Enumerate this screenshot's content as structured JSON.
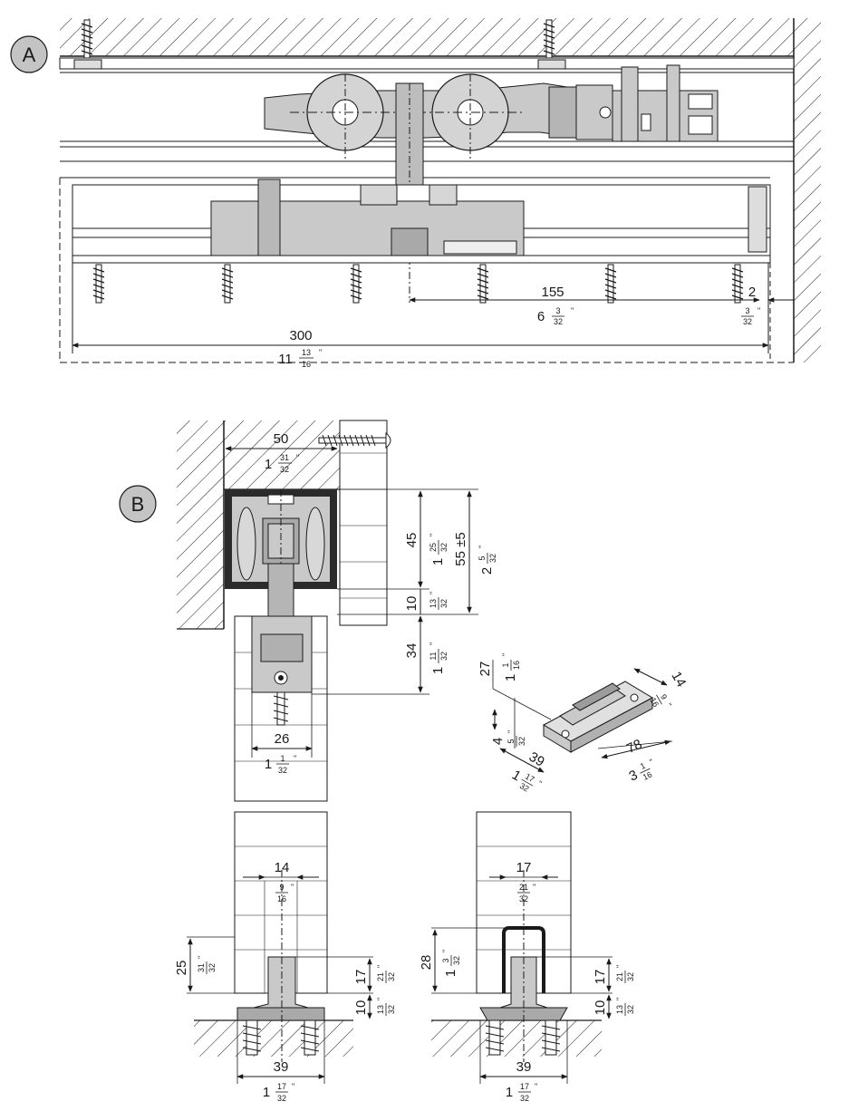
{
  "labels": {
    "a": "A",
    "b": "B"
  },
  "view_a": {
    "dim_155": "155",
    "dim_155_in_whole": "6",
    "dim_155_in_num": "3",
    "dim_155_in_den": "32",
    "dim_2": "2",
    "dim_2_in_num": "3",
    "dim_2_in_den": "32",
    "dim_300": "300",
    "dim_300_in_whole": "11",
    "dim_300_in_num": "13",
    "dim_300_in_den": "16"
  },
  "view_b": {
    "dim_50": "50",
    "dim_50_in_whole": "1",
    "dim_50_in_num": "31",
    "dim_50_in_den": "32",
    "dim_45": "45",
    "dim_45_in_whole": "1",
    "dim_45_in_num": "25",
    "dim_45_in_den": "32",
    "dim_55": "55 ±5",
    "dim_55_in_whole": "2",
    "dim_55_in_num": "5",
    "dim_55_in_den": "32",
    "dim_10": "10",
    "dim_10_in_num": "13",
    "dim_10_in_den": "32",
    "dim_34": "34",
    "dim_34_in_whole": "1",
    "dim_34_in_num": "11",
    "dim_34_in_den": "32",
    "dim_26": "26",
    "dim_26_in_whole": "1",
    "dim_26_in_num": "1",
    "dim_26_in_den": "32"
  },
  "iso": {
    "dim_27": "27",
    "dim_27_in_whole": "1",
    "dim_27_in_num": "1",
    "dim_27_in_den": "16",
    "dim_14": "14",
    "dim_14_in_num": "9",
    "dim_14_in_den": "16",
    "dim_4": "4",
    "dim_4_in_num": "5",
    "dim_4_in_den": "32",
    "dim_78": "78",
    "dim_78_in_whole": "3",
    "dim_78_in_num": "1",
    "dim_78_in_den": "16",
    "dim_39": "39",
    "dim_39_in_whole": "1",
    "dim_39_in_num": "17",
    "dim_39_in_den": "32"
  },
  "guide_left": {
    "dim_14": "14",
    "dim_14_in_num": "9",
    "dim_14_in_den": "16",
    "dim_25": "25",
    "dim_25_in_num": "31",
    "dim_25_in_den": "32",
    "dim_17": "17",
    "dim_17_in_num": "21",
    "dim_17_in_den": "32",
    "dim_10": "10",
    "dim_10_in_num": "13",
    "dim_10_in_den": "32",
    "dim_39": "39",
    "dim_39_in_whole": "1",
    "dim_39_in_num": "17",
    "dim_39_in_den": "32"
  },
  "guide_right": {
    "dim_17_top": "17",
    "dim_17_top_in_num": "21",
    "dim_17_top_in_den": "32",
    "dim_28": "28",
    "dim_28_in_whole": "1",
    "dim_28_in_num": "3",
    "dim_28_in_den": "32",
    "dim_17": "17",
    "dim_17_in_num": "21",
    "dim_17_in_den": "32",
    "dim_10": "10",
    "dim_10_in_num": "13",
    "dim_10_in_den": "32",
    "dim_39": "39",
    "dim_39_in_whole": "1",
    "dim_39_in_num": "17",
    "dim_39_in_den": "32"
  },
  "colors": {
    "line": "#1a1a1a",
    "part": "#c9c9c9",
    "part_dark": "#8a8a8a",
    "dark": "#2b2b2b",
    "badge": "#c4c4c4"
  }
}
